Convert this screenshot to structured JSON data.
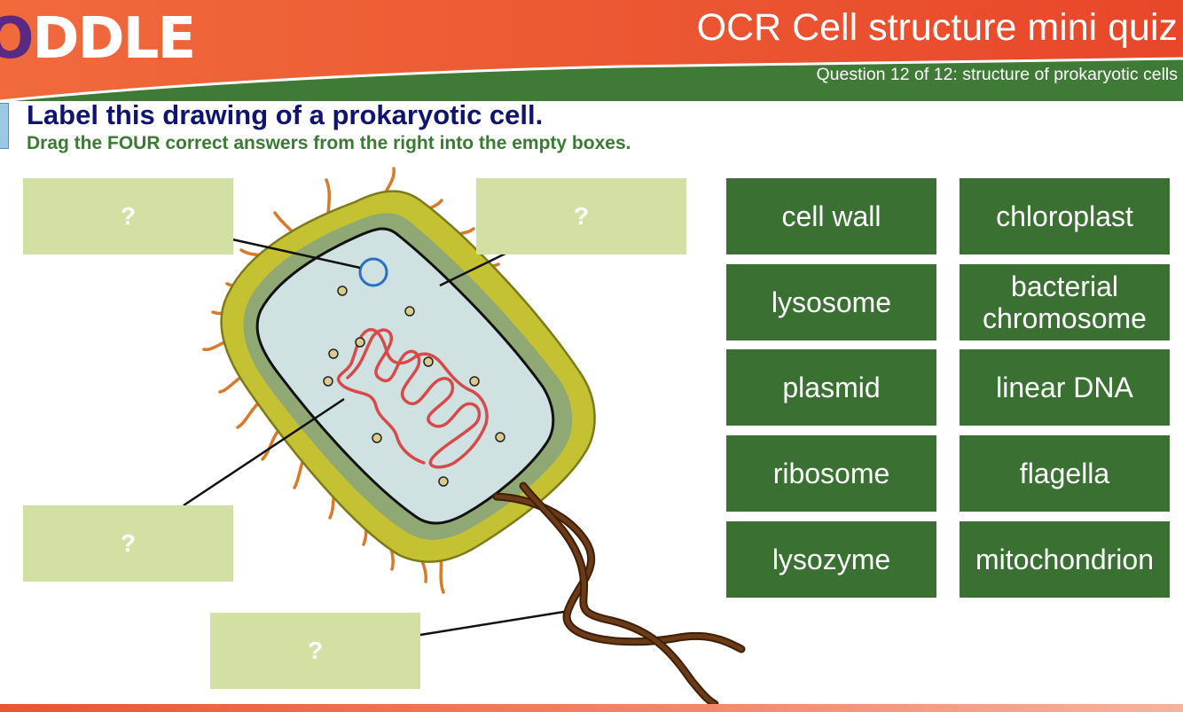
{
  "header": {
    "logo_prefix": "O",
    "logo_rest": "DDLE",
    "title": "OCR Cell structure mini quiz",
    "subtitle": "Question 12 of 12: structure of prokaryotic cells"
  },
  "instructions": {
    "title": "Label this drawing of a prokaryotic cell.",
    "subtitle": "Drag the FOUR correct answers from the right into the empty boxes."
  },
  "drop_boxes": [
    "?",
    "?",
    "?",
    "?"
  ],
  "answers": [
    "cell wall",
    "chloroplast",
    "lysosome",
    "bacterial chromosome",
    "plasmid",
    "linear DNA",
    "ribosome",
    "flagella",
    "lysozyme",
    "mitochondrion"
  ],
  "colors": {
    "header_orange": "#e9542f",
    "header_green": "#3f7a36",
    "drop_box": "#d3e0a4",
    "answer_green": "#3a7133",
    "title_navy": "#0e1470",
    "subtitle_green": "#3a7a32"
  }
}
